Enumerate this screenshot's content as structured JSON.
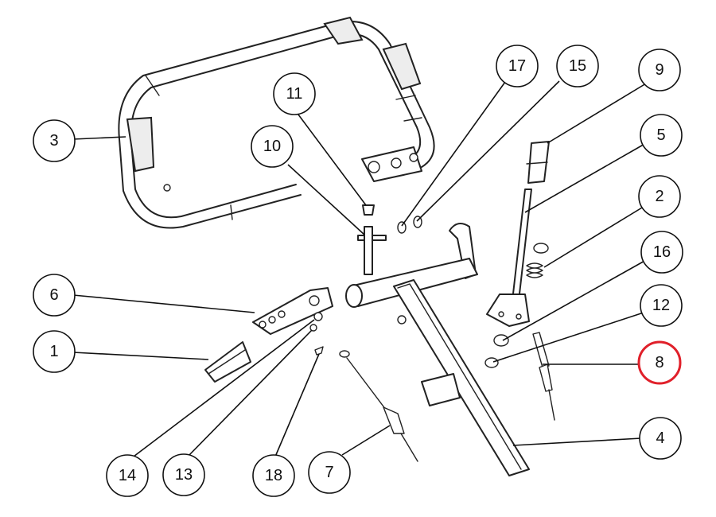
{
  "diagram": {
    "callouts": [
      {
        "id": "c3",
        "label": "3"
      },
      {
        "id": "c11",
        "label": "11"
      },
      {
        "id": "c10",
        "label": "10"
      },
      {
        "id": "c17",
        "label": "17"
      },
      {
        "id": "c15",
        "label": "15"
      },
      {
        "id": "c9",
        "label": "9"
      },
      {
        "id": "c5",
        "label": "5"
      },
      {
        "id": "c2",
        "label": "2"
      },
      {
        "id": "c16",
        "label": "16"
      },
      {
        "id": "c12",
        "label": "12"
      },
      {
        "id": "c8",
        "label": "8",
        "highlighted": true
      },
      {
        "id": "c4",
        "label": "4"
      },
      {
        "id": "c6",
        "label": "6"
      },
      {
        "id": "c1",
        "label": "1"
      },
      {
        "id": "c14",
        "label": "14"
      },
      {
        "id": "c13",
        "label": "13"
      },
      {
        "id": "c18",
        "label": "18"
      },
      {
        "id": "c7",
        "label": "7"
      }
    ],
    "highlight_color": "#e0202a"
  }
}
